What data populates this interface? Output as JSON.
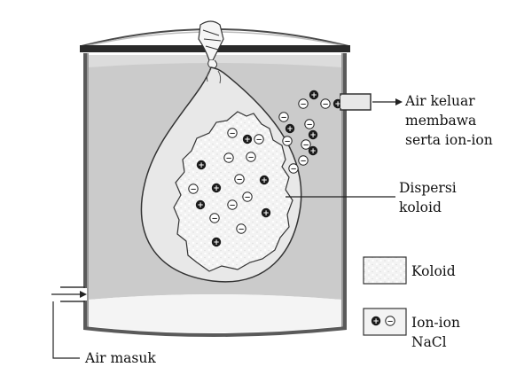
{
  "labels": {
    "air_keluar": [
      "Air keluar",
      "membawa",
      "serta ion-ion"
    ],
    "dispersi": [
      "Dispersi",
      "koloid"
    ],
    "koloid_legend": "Koloid",
    "ion_legend": [
      "Ion-ion",
      "NaCl"
    ],
    "air_masuk": "Air masuk"
  },
  "ion_signs": {
    "positive": "+",
    "negative": "−"
  },
  "colors": {
    "water": "#c9c9c9",
    "wall": "#4a4a4a",
    "membrane": "#e6e6e6",
    "colloid": "#f5f5f5",
    "line": "#222222"
  }
}
